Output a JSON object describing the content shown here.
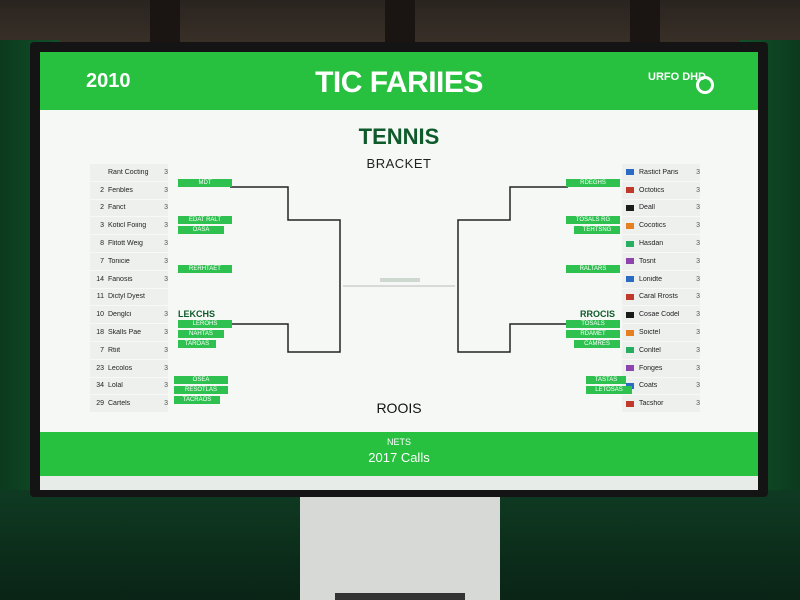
{
  "screen": {
    "year": "2010",
    "title": "TIC FARIIES",
    "logo_text": "URFO DHD",
    "bracket_title": "TENNIS",
    "bracket_subtitle": "BRACKET",
    "round_label": "ROOIS",
    "bottom_line1": "NETS",
    "bottom_line2": "2017 Calls"
  },
  "colors": {
    "accent": "#27c13f",
    "title": "#0e5a2a"
  },
  "left_players": [
    {
      "seed": "",
      "name": "Rant Cocting",
      "score": "3"
    },
    {
      "seed": "2",
      "name": "Fenbles",
      "score": "3"
    },
    {
      "seed": "2",
      "name": "Fanct",
      "score": "3"
    },
    {
      "seed": "3",
      "name": "Koticl Foiing",
      "score": "3"
    },
    {
      "seed": "8",
      "name": "Flitott Weig",
      "score": "3"
    },
    {
      "seed": "7",
      "name": "Tonicie",
      "score": "3"
    },
    {
      "seed": "14",
      "name": "Fanosis",
      "score": "3"
    },
    {
      "seed": "11",
      "name": "Dictyl Dyest",
      "score": ""
    },
    {
      "seed": "10",
      "name": "Denglci",
      "score": "3"
    },
    {
      "seed": "18",
      "name": "Skalls Pae",
      "score": "3"
    },
    {
      "seed": "7",
      "name": "Rtiit",
      "score": "3"
    },
    {
      "seed": "23",
      "name": "Lecolos",
      "score": "3"
    },
    {
      "seed": "34",
      "name": "Lolal",
      "score": "3"
    },
    {
      "seed": "29",
      "name": "Cartels",
      "score": "3"
    }
  ],
  "right_players": [
    {
      "name": "Rastict Paris",
      "score": "3"
    },
    {
      "name": "Octotics",
      "score": "3"
    },
    {
      "name": "Deall",
      "score": "3"
    },
    {
      "name": "Cocotics",
      "score": "3"
    },
    {
      "name": "Hasdan",
      "score": "3"
    },
    {
      "name": "Tosnt",
      "score": "3"
    },
    {
      "name": "Lonidte",
      "score": "3"
    },
    {
      "name": "Caral Rrosts",
      "score": "3"
    },
    {
      "name": "Cosae Codel",
      "score": "3"
    },
    {
      "name": "Soictel",
      "score": "3"
    },
    {
      "name": "Conltel",
      "score": "3"
    },
    {
      "name": "Fonges",
      "score": "3"
    },
    {
      "name": "Coats",
      "score": "3"
    },
    {
      "name": "Tacshor",
      "score": "3"
    }
  ],
  "left_slots": [
    "MDT",
    "EDAT RALT",
    "OASA",
    "RERHTAET",
    "LEROHS",
    "NAHTAS",
    "TAROAS",
    "OSEA",
    "RESOTLAS",
    "TACRAOS"
  ],
  "left_slot_title": "LEKCHS",
  "right_slots": [
    "RDEGHS",
    "TOSALS RG",
    "TEHTSNG",
    "RALTARS",
    "TOSALS",
    "RDAMET",
    "CAMRES",
    "TASTAS",
    "LETOSAS"
  ],
  "right_slot_title": "RROCIS"
}
